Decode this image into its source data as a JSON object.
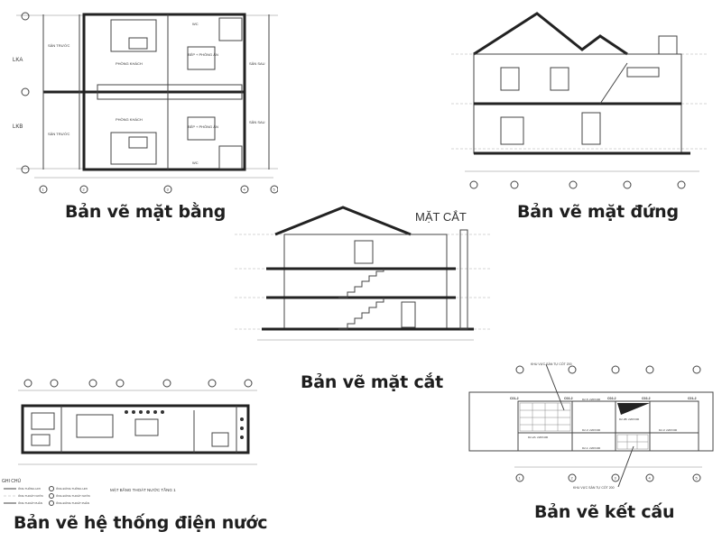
{
  "captions": {
    "floor_plan": "Bản vẽ mặt bằng",
    "elevation": "Bản vẽ mặt đứng",
    "section": "Bản vẽ mặt cắt",
    "plumbing": "Bản vẽ hệ thống điện nước",
    "structure": "Bản vẽ kết cấu"
  },
  "floor_plan": {
    "unit_a": "LKA",
    "unit_b": "LKB",
    "front_yard": "SÂN TRƯỚC",
    "living_room": "PHÒNG KHÁCH",
    "kitchen": "BẾP + PHÒNG ĂN",
    "back_yard": "SÂN SAU",
    "wc": "WC",
    "grid": [
      "1",
      "2",
      "3",
      "4",
      "5"
    ]
  },
  "section": {
    "title": "MẶT CẮT"
  },
  "plumbing": {
    "title": "MẶT BẰNG THOÁT NƯỚC TẦNG 1",
    "legend_title": "GHI CHÚ",
    "legend": [
      "ỐNG THÔNG HƠI",
      "ỐNG THOÁT NƯỚC",
      "ỐNG THOÁT PHÂN",
      "ỐNG ĐỨNG THÔNG HƠI",
      "ỐNG ĐỨNG THOÁT NƯỚC",
      "ỐNG ĐỨNG THOÁT PHÂN"
    ]
  },
  "structure": {
    "note": "KHU VỰC SÀN TỰ CỐT 200",
    "columns": [
      "C01-2",
      "C02-2",
      "C02-2",
      "C02-2",
      "C01-2"
    ],
    "beams": [
      "D2-5: 220X400",
      "D2-3: 220X300",
      "D2-3: 220X300",
      "D2-1: 220X400",
      "D2-2A: 220X400",
      "D2-3B: 220X300"
    ],
    "grid": [
      "1",
      "2",
      "3",
      "4",
      "5"
    ]
  }
}
